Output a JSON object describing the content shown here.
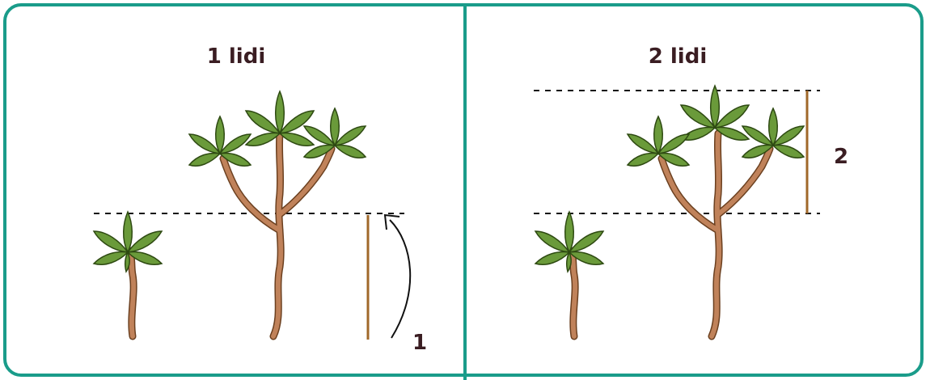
{
  "panels": [
    {
      "title": "1 lidi",
      "measure_label": "1"
    },
    {
      "title": "2 lidi",
      "measure_label": "2"
    }
  ],
  "colors": {
    "border": "#1a9c8a",
    "stem": "#c0825a",
    "stem_outline": "#6b4020",
    "leaf": "#6a9a3a",
    "leaf_outline": "#2e4a12",
    "measure_line": "#a0682a",
    "text": "#3a1d22"
  }
}
